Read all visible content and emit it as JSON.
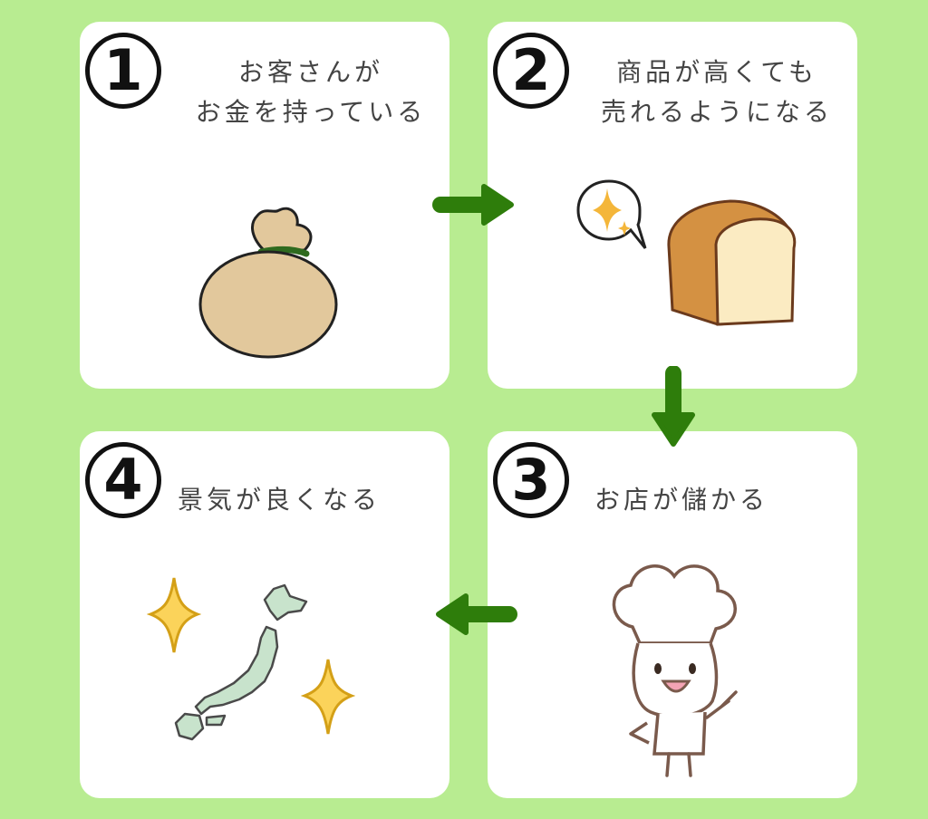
{
  "steps": [
    {
      "number": "1",
      "line1": "お客さんが",
      "line2": "お金を持っている"
    },
    {
      "number": "2",
      "line1": "商品が高くても",
      "line2": "売れるようになる"
    },
    {
      "number": "3",
      "line1": "お店が儲かる"
    },
    {
      "number": "4",
      "line1": "景気が良くなる"
    }
  ],
  "colors": {
    "background": "#b8ec91",
    "card": "#ffffff",
    "arrow": "#2e7d0b",
    "text": "#444444"
  }
}
